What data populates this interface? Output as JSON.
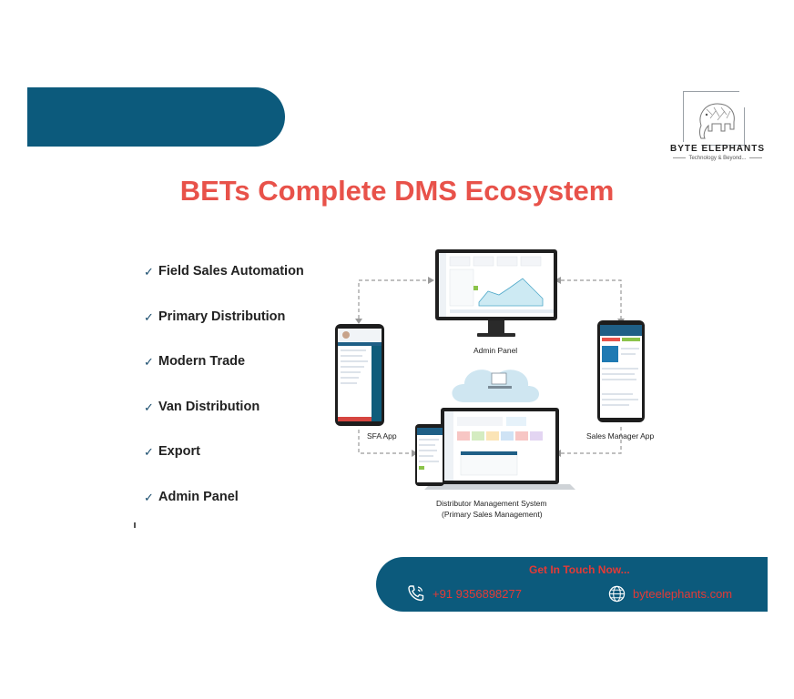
{
  "logo": {
    "title": "BYTE ELEPHANTS",
    "subtitle": "Technology & Beyond..."
  },
  "title": "BETs Complete DMS Ecosystem",
  "features": [
    "Field Sales Automation",
    "Primary Distribution",
    "Modern Trade",
    "Van Distribution",
    "Export",
    "Admin Panel"
  ],
  "diagram": {
    "admin_panel": "Admin Panel",
    "sfa_app": "SFA App",
    "sales_manager_app": "Sales Manager App",
    "dms_line1": "Distributor Management System",
    "dms_line2": "(Primary Sales Management)"
  },
  "contact": {
    "title": "Get In Touch Now...",
    "phone": "+91 9356898277",
    "website": "byteelephants.com"
  },
  "colors": {
    "brand_blue": "#0c5a7c",
    "title_red": "#e8524a",
    "contact_red": "#e43a36"
  }
}
